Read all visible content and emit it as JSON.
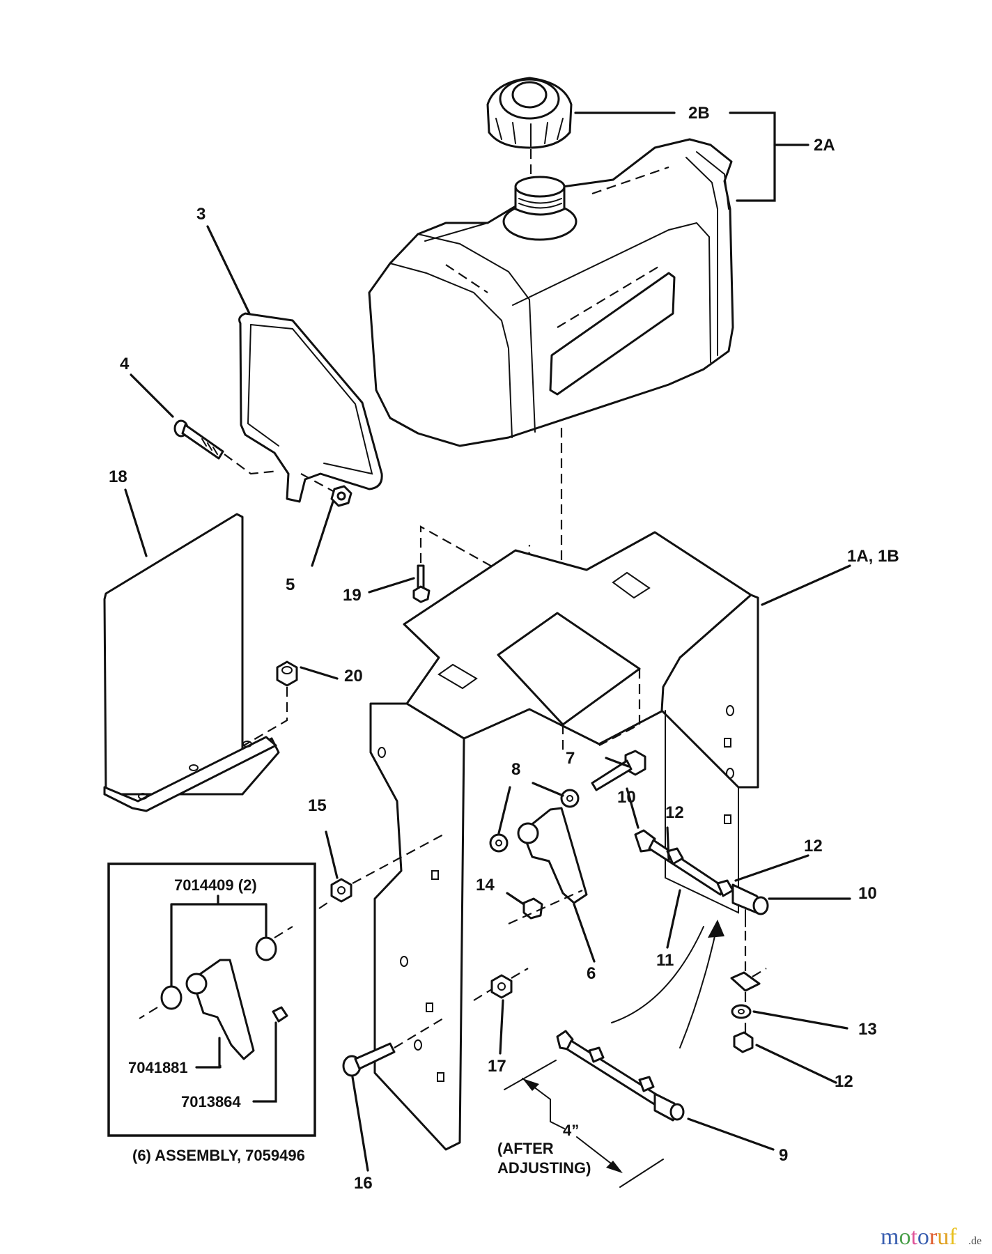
{
  "diagram": {
    "title": "Fuel tank and mounting bracket exploded parts view",
    "callouts": {
      "c1ab": "1A, 1B",
      "c2a": "2A",
      "c2b": "2B",
      "c3": "3",
      "c4": "4",
      "c5": "5",
      "c6": "6",
      "c7": "7",
      "c8a": "8",
      "c9": "9",
      "c10a": "10",
      "c10b": "10",
      "c11": "11",
      "c12a": "12",
      "c12b": "12",
      "c12c": "12",
      "c13": "13",
      "c14": "14",
      "c15": "15",
      "c16": "16",
      "c17": "17",
      "c18": "18",
      "c19": "19",
      "c20": "20"
    },
    "inset": {
      "part_washers": "7014409 (2)",
      "part_arm": "7041881",
      "part_fitting": "7013864",
      "caption": "(6) ASSEMBLY, 7059496"
    },
    "dimension": {
      "value": "4”",
      "note_line1": "(AFTER",
      "note_line2": "ADJUSTING)"
    }
  },
  "watermark": {
    "letters": [
      {
        "ch": "m",
        "color": "#3a5fb0"
      },
      {
        "ch": "o",
        "color": "#4aa04a"
      },
      {
        "ch": "t",
        "color": "#e0559a"
      },
      {
        "ch": "o",
        "color": "#3a5fb0"
      },
      {
        "ch": "r",
        "color": "#e05a2a"
      },
      {
        "ch": "u",
        "color": "#e0a020"
      },
      {
        "ch": "f",
        "color": "#e8c020"
      }
    ],
    "suffix": ".de"
  }
}
